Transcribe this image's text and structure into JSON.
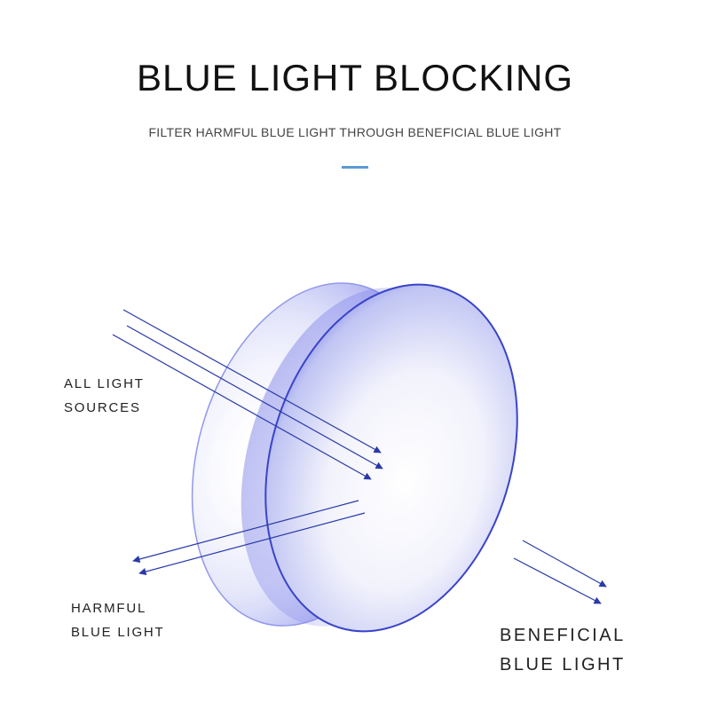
{
  "header": {
    "title": "BLUE LIGHT BLOCKING",
    "subtitle": "FILTER HARMFUL BLUE LIGHT THROUGH BENEFICIAL BLUE LIGHT"
  },
  "labels": {
    "all_light_line1": "ALL LIGHT",
    "all_light_line2": "SOURCES",
    "harmful_line1": "HARMFUL",
    "harmful_line2": "BLUE LIGHT",
    "beneficial_line1": "BENEFICIAL",
    "beneficial_line2": "BLUE LIGHT"
  },
  "colors": {
    "accent": "#5b9bd5",
    "lens_rim": "#3a44c8",
    "arrow": "#2a3aa8"
  }
}
